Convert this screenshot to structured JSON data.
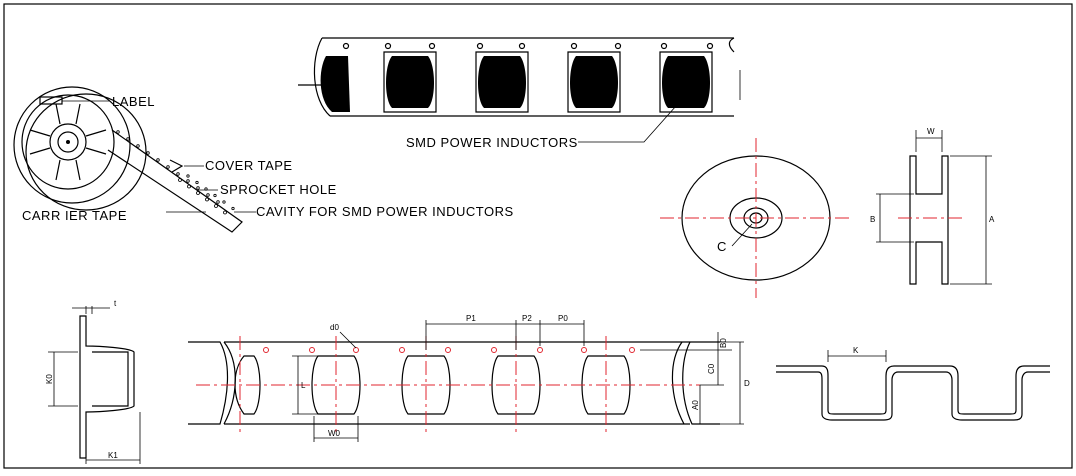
{
  "labels": {
    "label": "LABEL",
    "cover_tape": "COVER TAPE",
    "sprocket_hole": "SPROCKET HOLE",
    "carrier_tape": "CARR IER TAPE",
    "cavity": "CAVITY FOR SMD POWER INDUCTORS",
    "smd_power_inductors": "SMD POWER INDUCTORS",
    "c": "C"
  },
  "dimensions": {
    "w": "W",
    "a": "A",
    "b": "B",
    "t": "t",
    "k0": "K0",
    "k1": "K1",
    "d0": "d0",
    "p1": "P1",
    "p2": "P2",
    "p0": "P0",
    "b0": "B0",
    "c0": "C0",
    "a0": "A0",
    "d": "D",
    "l": "L",
    "w0": "W0",
    "k": "K"
  },
  "colors": {
    "line": "#000000",
    "centerline": "#e0262f",
    "background": "#ffffff"
  }
}
